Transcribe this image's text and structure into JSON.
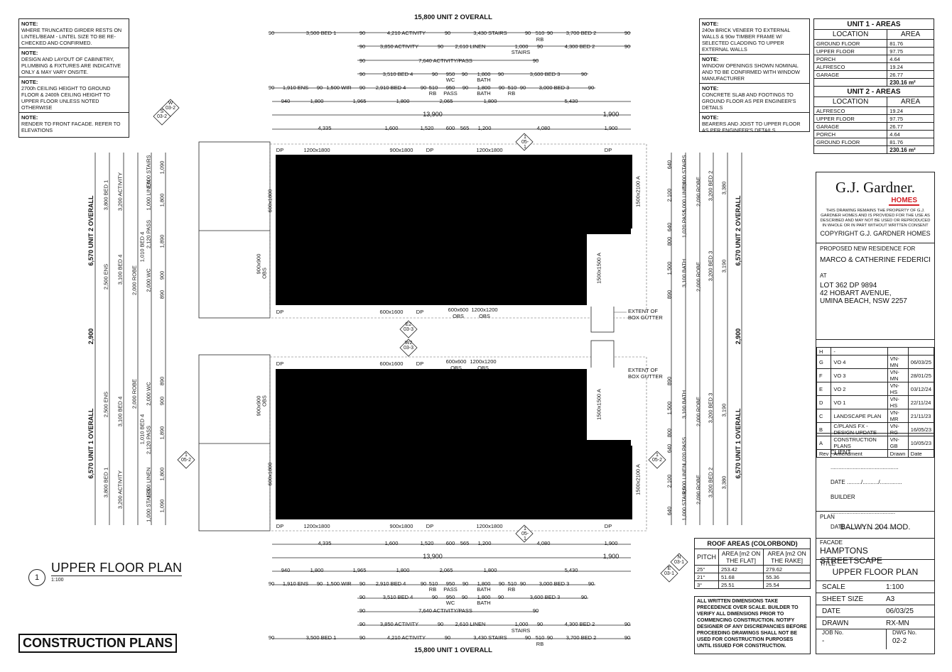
{
  "notes_left": [
    {
      "head": "NOTE:",
      "text": "WHERE TRUNCATED GIRDER RESTS ON LINTEL/BEAM - LINTEL SIZE TO BE RE-CHECKED AND CONFIRMED."
    },
    {
      "head": "NOTE:",
      "text": "DESIGN AND LAYOUT OF CABINETRY, PLUMBING & FIXTURES ARE INDICATIVE ONLY & MAY VARY ONSITE."
    },
    {
      "head": "NOTE:",
      "text": "2700h CEILING HEIGHT TO GROUND FLOOR & 2400h CEILING HEIGHT TO UPPER FLOOR UNLESS NOTED OTHERWISE"
    },
    {
      "head": "NOTE:",
      "text": "RENDER TO FRONT FACADE. REFER TO ELEVATIONS"
    }
  ],
  "notes_right": [
    {
      "head": "NOTE:",
      "text": "240w BRICK VENEER TO EXTERNAL WALLS & 90w TIMBER FRAME W/ SELECTED CLADDING TO UPPER EXTERNAL WALLS"
    },
    {
      "head": "NOTE:",
      "text": "WINDOW OPENINGS SHOWN NOMINAL AND TO BE CONFIRMED WITH WINDOW MANUFACTURER"
    },
    {
      "head": "NOTE:",
      "text": "CONCRETE SLAB AND FOOTINGS TO GROUND FLOOR AS PER ENGINEER'S DETAILS"
    },
    {
      "head": "NOTE:",
      "text": "BEARERS AND JOIST TO UPPER FLOOR AS PER ENGINEER'S DETAILS"
    }
  ],
  "areas": {
    "unit1_title": "UNIT 1 - AREAS",
    "unit2_title": "UNIT 2 - AREAS",
    "col_location": "LOCATION",
    "col_area": "AREA",
    "unit1": [
      [
        "GROUND FLOOR",
        "81.76"
      ],
      [
        "UPPER FLOOR",
        "97.75"
      ],
      [
        "PORCH",
        "4.64"
      ],
      [
        "ALFRESCO",
        "19.24"
      ],
      [
        "GARAGE",
        "26.77"
      ]
    ],
    "unit1_total": "230.16 m²",
    "unit2": [
      [
        "ALFRESCO",
        "19.24"
      ],
      [
        "UPPER FLOOR",
        "97.75"
      ],
      [
        "GARAGE",
        "26.77"
      ],
      [
        "PORCH",
        "4.64"
      ],
      [
        "GROUND FLOOR",
        "81.76"
      ]
    ],
    "unit2_total": "230.16 m²"
  },
  "brand": {
    "name": "G.J. Gardner.",
    "homes": "HOMES",
    "disclaimer": "THIS DRAWING REMAINS THE PROPERTY OF G.J. GARDNER HOMES AND IS PROVIDED FOR THE USE AS DESCRIBED AND MAY NOT BE USED OR REPRODUCED IN WHOLE OR IN PART WITHOUT WRITTEN CONSENT",
    "copyright": "COPYRIGHT G.J. GARDNER HOMES",
    "accent": "#d32027"
  },
  "project": {
    "for_label": "PROPOSED NEW RESIDENCE FOR",
    "client": "MARCO & CATHERINE FEDERICI",
    "at_label": "AT",
    "addr1": "LOT 362 DP 9894",
    "addr2": "42 HOBART AVENUE,",
    "addr3": "UMINA BEACH, NSW 2257"
  },
  "revisions": {
    "rows": [
      [
        "H",
        "-",
        "",
        ""
      ],
      [
        "G",
        "VO 4",
        "VN-MN",
        "06/03/25"
      ],
      [
        "F",
        "VO 3",
        "VN-MN",
        "28/01/25"
      ],
      [
        "E",
        "VO 2",
        "VN-HS",
        "03/12/24"
      ],
      [
        "D",
        "VO 1",
        "VN-HS",
        "22/11/24"
      ],
      [
        "C",
        "LANDSCAPE PLAN",
        "VN-MR",
        "21/11/23"
      ],
      [
        "B",
        "C/PLANS FX - DESIGN UPDATE",
        "VN-RG",
        "16/05/23"
      ],
      [
        "A",
        "CONSTRUCTION PLANS",
        "VN-GB",
        "10/05/23"
      ]
    ],
    "head": [
      "Rev",
      "Amendment",
      "Drawn",
      "Date"
    ]
  },
  "signoff": {
    "client": "CLIENT ...........................................",
    "date1": "DATE ........./........../..............",
    "builder": "BUILDER .........................................",
    "date2": "DATE ........./........../.............."
  },
  "titleblock": {
    "plan_label": "PLAN",
    "plan": "BALWYN 204 MOD.",
    "facade_label": "FACADE",
    "facade": "HAMPTONS STREETSCAPE",
    "title_label": "TITLE",
    "title": "UPPER FLOOR PLAN",
    "scale_label": "SCALE",
    "scale": "1:100",
    "sheet_label": "SHEET SIZE",
    "sheet": "A3",
    "date_label": "DATE",
    "date": "06/03/25",
    "drawn_label": "DRAWN",
    "drawn": "RX-MN",
    "job_label": "JOB No.",
    "job": "-",
    "dwg_label": "DWG No.",
    "dwg": "02-2"
  },
  "roof": {
    "title": "ROOF AREAS (COLORBOND)",
    "head": [
      "PITCH",
      "AREA [m2 ON THE FLAT]",
      "AREA [m2 ON THE RAKE]"
    ],
    "rows": [
      [
        "25°",
        "253.42",
        "279.62"
      ],
      [
        "21°",
        "51.68",
        "55.36"
      ],
      [
        "3°",
        "25.51",
        "25.54"
      ]
    ]
  },
  "disclaimer2": "ALL WRITTEN DIMENSIONS TAKE PRECEDENCE OVER SCALE. BUILDER TO VERIFY ALL DIMENSIONS PRIOR TO COMMENCING CONSTRUCTION. NOTIFY DESIGNER OF ANY DISCREPANCIES BEFORE PROCEEDING DRAWINGS SHALL NOT BE USED FOR CONSTRUCTION PURPOSES UNTIL ISSUED FOR CONSTRUCTION.",
  "plan_title": {
    "num": "1",
    "title": "UPPER FLOOR PLAN",
    "scale": "1:100"
  },
  "stamp": "CONSTRUCTION PLANS",
  "dims": {
    "top_overall": "15,800 UNIT 2 OVERALL",
    "bottom_overall": "15,800 UNIT 1 OVERALL",
    "r1": [
      "90",
      "3,500 BED 1",
      "90",
      "4,210 ACTIVITY",
      "90",
      "3,430 STAIRS",
      "90",
      "510",
      "90",
      "3,700 BED 2",
      "90"
    ],
    "r1_rb": "RB",
    "r2": [
      "90",
      "3,850 ACTIVITY",
      "90",
      "2,610 LINEN",
      "1,000",
      "90",
      "4,300 BED 2",
      "90"
    ],
    "r2_stairs": "STAIRS",
    "r3": [
      "90",
      "7,640 ACTIVITY/PASS",
      "90"
    ],
    "r4": [
      "90",
      "3,510 BED 4",
      "90",
      "950",
      "90",
      "1,800",
      "90",
      "3,600 BED 3",
      "90"
    ],
    "r4_sub": [
      "WC",
      "BATH"
    ],
    "r5": [
      "90",
      "1,910 ENS",
      "90",
      "1,500 WIR",
      "90",
      "2,910 BED 4",
      "90",
      "510",
      "950",
      "90",
      "1,800",
      "90",
      "510",
      "90",
      "3,000 BED 3",
      "90"
    ],
    "r5_sub": [
      "RB",
      "PASS",
      "BATH",
      "RB"
    ],
    "r6": [
      "940",
      "1,800",
      "1,965",
      "1,800",
      "2,065",
      "1,800",
      "5,430"
    ],
    "r7": [
      "13,900",
      "1,900"
    ],
    "r8": [
      "4,335",
      "1,600",
      "1,520",
      "600",
      "565",
      "1,200",
      "4,080",
      "1,900"
    ],
    "left_overall_u2": "6,570 UNIT 2 OVERALL",
    "left_overall_u1": "6,570 UNIT 1 OVERALL",
    "left_gap": "2,900",
    "left_a": [
      "3,800 BED 1",
      "2,500 ENS"
    ],
    "left_b": [
      "3,200 ACTIVITY",
      "3,100 BED 4"
    ],
    "left_c": [
      "1,000 STAIRS",
      "1,000 LINEN",
      "2,120 PASS",
      "1,010 BED 4",
      "2,000 ROBE",
      "2,000 WC"
    ],
    "left_d": [
      "1,090",
      "1,800",
      "1,890",
      "900",
      "890"
    ],
    "right_overall_u2": "6,570 UNIT 2 OVERALL",
    "right_overall_u1": "6,570 UNIT 1 OVERALL",
    "right_gap": "2,900",
    "right_a": [
      "640",
      "2,100",
      "640",
      "800",
      "1,500",
      "890"
    ],
    "right_b": [
      "3,380",
      "3,190"
    ],
    "right_c": [
      "1,000 STAIRS",
      "1,000 LINEN",
      "1,020 PASS",
      "3,100 BATH",
      "2,000 ROBE",
      "2,090 ROBE",
      "3,200 BED 2",
      "3,200 BED 3"
    ]
  },
  "windows": {
    "w1": "1200x1800",
    "w2": "900x1800",
    "w3": "1200x1800",
    "dp": "DP",
    "w4": "600x1600",
    "w5": "600x600",
    "w6": "1200x1200",
    "obs": "OBS",
    "w7": "600x1800",
    "w8": "900x900",
    "w9": "1500x2100 A",
    "w10": "1500x1500 A",
    "gutter": "EXTENT OF BOX GUTTER"
  },
  "markers": {
    "m1": "1",
    "m1ref": "05-1",
    "w": "W",
    "wref": "03-2",
    "s": "S",
    "sref": "03-2",
    "e2": "E2",
    "e2ref": "03-3",
    "w2": "W2",
    "w2ref": "03-3",
    "m2ref": "05-2",
    "n": "N",
    "nref": "03-1",
    "e": "E",
    "eref": "03-1"
  }
}
